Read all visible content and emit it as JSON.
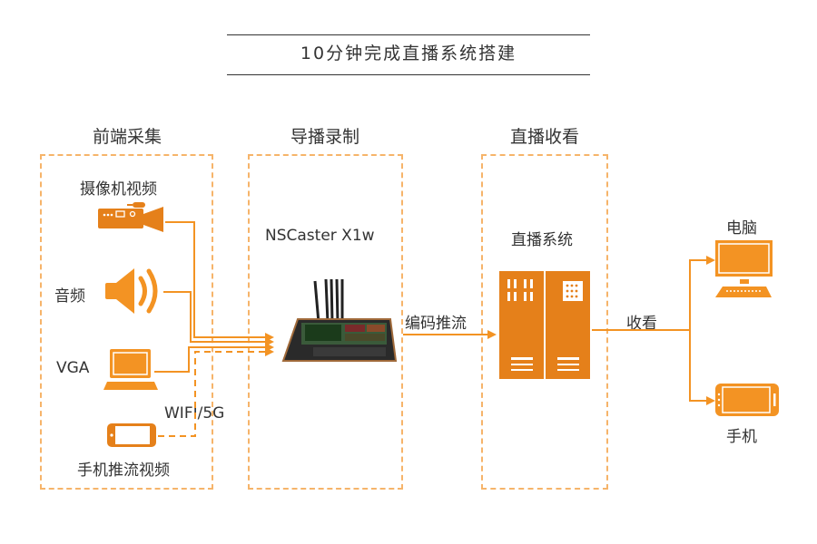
{
  "title": "10分钟完成直播系统搭建",
  "colors": {
    "accent": "#f39323",
    "accent_dark": "#e5801a",
    "dashed_border": "#f6b46a",
    "text": "#333333"
  },
  "sections": [
    {
      "id": "capture",
      "title": "前端采集",
      "items": [
        {
          "label": "摄像机视频",
          "icon": "video-camera-icon"
        },
        {
          "label": "音频",
          "icon": "speaker-icon"
        },
        {
          "label": "VGA",
          "icon": "laptop-icon"
        },
        {
          "label": "手机推流视频",
          "icon": "smartphone-icon"
        }
      ],
      "wireless_label": "WIFI/5G"
    },
    {
      "id": "director",
      "title": "导播录制",
      "device_label": "NSCaster X1w",
      "device_icon": "nscaster-device-image"
    },
    {
      "id": "live",
      "title": "直播收看",
      "system_label": "直播系统",
      "system_icon": "server-rack-icon"
    }
  ],
  "connectors": {
    "encode_push": "编码推流",
    "watch": "收看"
  },
  "endpoints": [
    {
      "label": "电脑",
      "icon": "desktop-computer-icon"
    },
    {
      "label": "手机",
      "icon": "mobile-phone-icon"
    }
  ]
}
